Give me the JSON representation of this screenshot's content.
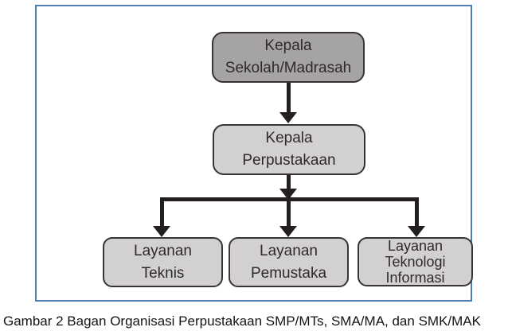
{
  "figure": {
    "caption": "Gambar 2 Bagan Organisasi Perpustakaan SMP/MTs, SMA/MA, dan SMK/MAK"
  },
  "diagram": {
    "type": "org-chart",
    "nodes": {
      "root": {
        "id": "kepala-sekolah",
        "lines": [
          "Kepala",
          "Sekolah/Madrasah"
        ]
      },
      "manager": {
        "id": "kepala-perpustakaan",
        "lines": [
          "Kepala",
          "Perpustakaan"
        ]
      },
      "children": [
        {
          "id": "layanan-teknis",
          "lines": [
            "Layanan",
            "Teknis"
          ]
        },
        {
          "id": "layanan-pemustaka",
          "lines": [
            "Layanan",
            "Pemustaka"
          ]
        },
        {
          "id": "layanan-teknologi-informasi",
          "lines": [
            "Layanan",
            "Teknologi",
            "Informasi"
          ]
        }
      ]
    },
    "edges": [
      {
        "from": "kepala-sekolah",
        "to": "kepala-perpustakaan"
      },
      {
        "from": "kepala-perpustakaan",
        "to": "layanan-teknis"
      },
      {
        "from": "kepala-perpustakaan",
        "to": "layanan-pemustaka"
      },
      {
        "from": "kepala-perpustakaan",
        "to": "layanan-teknologi-informasi"
      }
    ],
    "colors": {
      "root_fill": "#a5a3a3",
      "node_fill": "#d2d0d0",
      "node_border": "#383434",
      "node_text": "#2e2a2a",
      "arrow": "#231f1f",
      "frame_border": "#4d7fb5",
      "background": "#ffffff"
    }
  }
}
